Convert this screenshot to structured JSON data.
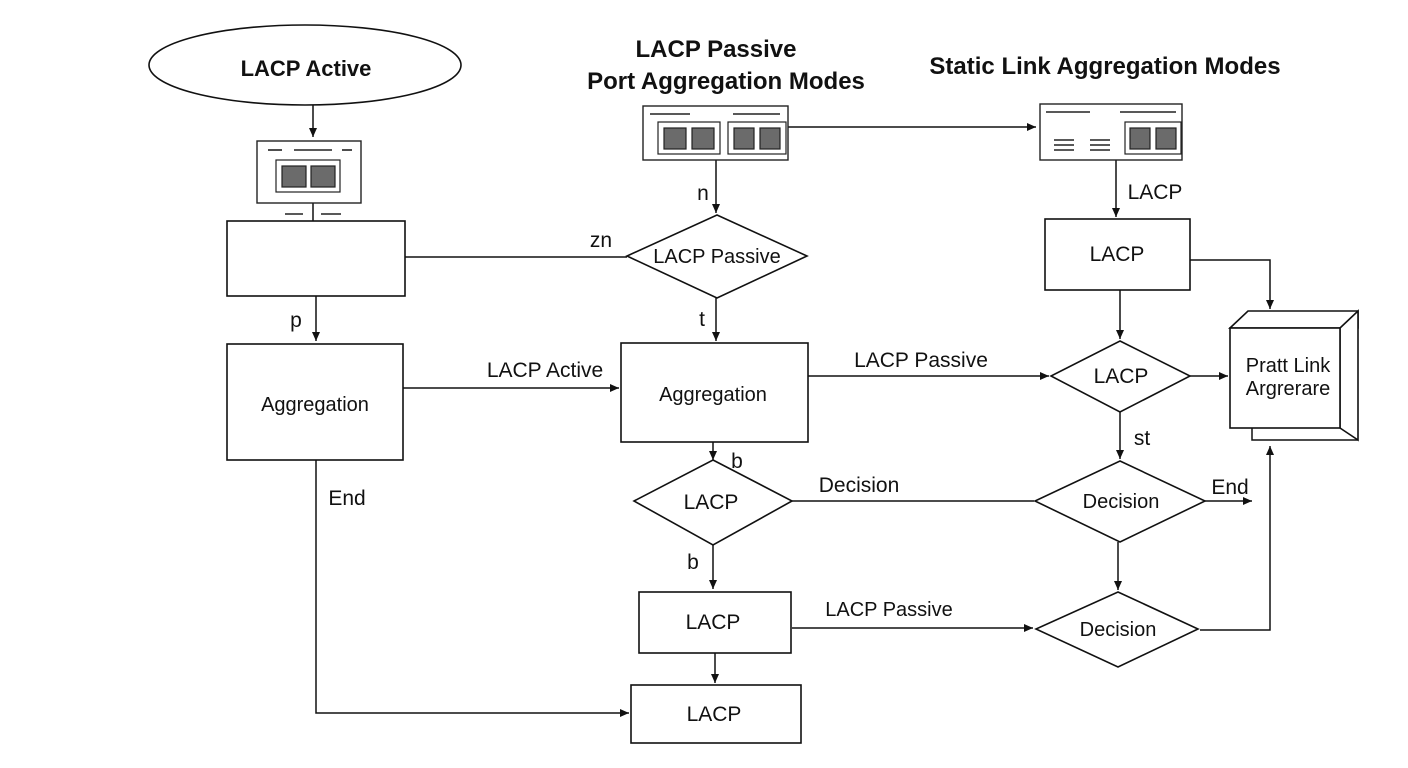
{
  "titles": {
    "lacp_active": "LACP Active",
    "lacp_passive_line1": "LACP Passive",
    "lacp_passive_line2": "Port Aggregation Modes",
    "static": "Static Link Aggregation Modes"
  },
  "nodes": {
    "left_aggregation": "Aggregation",
    "center_decision": "LACP Passive",
    "center_aggregation": "Aggregation",
    "center_lacp_diamond": "LACP",
    "center_lacp_box": "LACP",
    "bottom_lacp_box": "LACP",
    "right_lacp_box": "LACP",
    "right_lacp_diamond": "LACP",
    "right_decision_1": "Decision",
    "right_decision_2": "Decision",
    "cube_line1": "Pratt Link",
    "cube_line2": "Argrerare"
  },
  "edge_labels": {
    "n": "n",
    "zn": "zn",
    "t": "t",
    "p": "p",
    "lacp_active": "LACP Active",
    "lacp_passive_top": "LACP Passive",
    "end_left": "End",
    "b_top": "b",
    "b_bottom": "b",
    "decision": "Decision",
    "lacp_passive_bottom": "LACP Passive",
    "lacp_right": "LACP",
    "st": "st",
    "end_right": "End"
  }
}
